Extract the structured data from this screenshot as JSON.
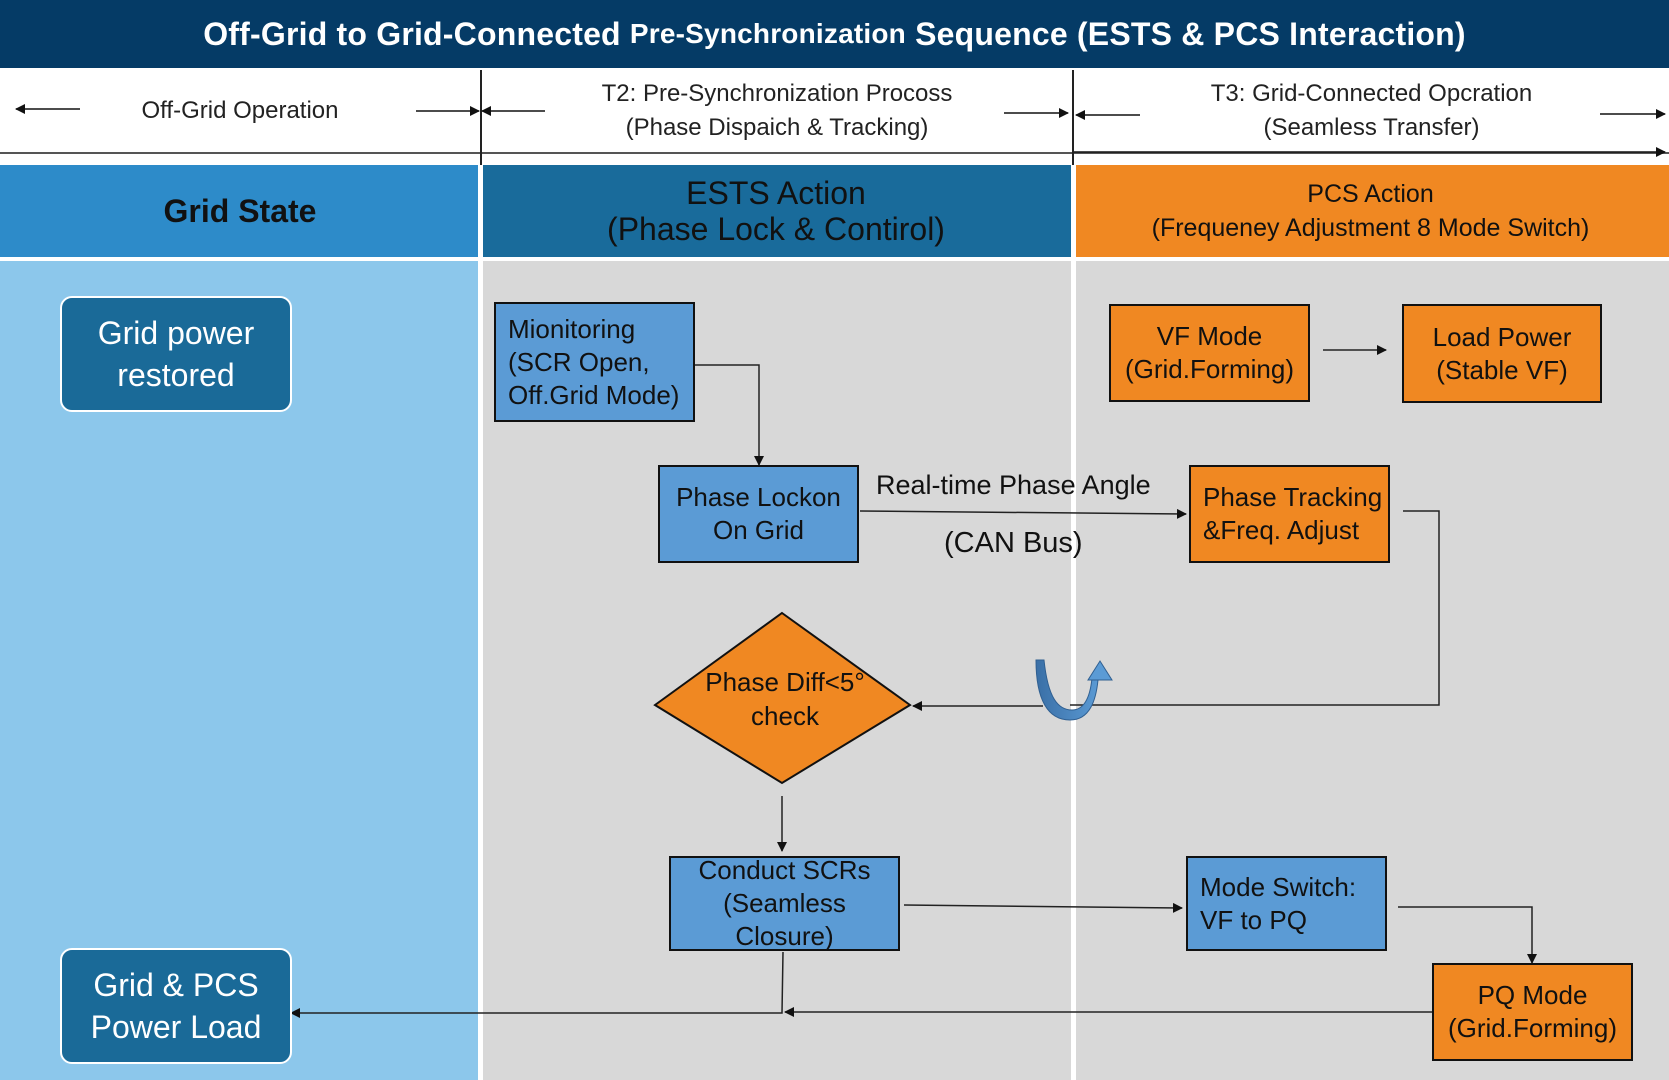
{
  "title": {
    "part1": "Off-Grid to Grid-Connected",
    "part2": "Pre-Synchronization",
    "part3": "Sequence (ESTS & PCS Interaction)"
  },
  "phases": [
    {
      "line1": "Off-Grid Operation",
      "line2": ""
    },
    {
      "line1": "T2: Pre-Synchronization Procoss",
      "line2": "(Phase Dispaich & Tracking)"
    },
    {
      "line1": "T3: Grid-Connected Opcration",
      "line2": "(Seamless Transfer)"
    }
  ],
  "lanes": [
    {
      "line1": "Grid State",
      "line2": "",
      "color": "#2d8bc9",
      "body_color": "#8cc7eb"
    },
    {
      "line1": "ESTS Action",
      "line2": "(Phase Lock & Contirol)",
      "color": "#196b9b",
      "body_color": "#d8d8d8"
    },
    {
      "line1": "PCS Action",
      "line2": "(Frequeney Adjustment 8 Mode Switch)",
      "color": "#f08822",
      "body_color": "#d8d8d8"
    }
  ],
  "grid_nodes": {
    "restored": {
      "line1": "Grid power",
      "line2": "restored"
    },
    "load": {
      "line1": "Grid & PCS",
      "line2": "Power Load"
    }
  },
  "ests_nodes": {
    "monitoring": {
      "line1": "Mionitoring",
      "line2": "(SCR Open,",
      "line3": "Off.Grid Mode)"
    },
    "phase_lock": {
      "line1": "Phase Lockon",
      "line2": "On Grid"
    },
    "phase_check": {
      "line1": "Phase Diff<5°",
      "line2": "check"
    },
    "conduct": {
      "line1": "Conduct SCRs",
      "line2": "(Seamless Closure)"
    }
  },
  "pcs_nodes": {
    "vf_mode": {
      "line1": "VF Mode",
      "line2": "(Grid.Forming)"
    },
    "load_power": {
      "line1": "Load Power",
      "line2": "(Stable VF)"
    },
    "tracking": {
      "line1": "Phase Tracking",
      "line2": "&Freq. Adjust"
    },
    "mode_switch": {
      "line1": "Mode Switch:",
      "line2": "VF to PQ"
    },
    "pq_mode": {
      "line1": "PQ Mode",
      "line2": "(Grid.Forming)"
    }
  },
  "edge_labels": {
    "phase_angle": "Real-time Phase Angle",
    "can_bus": "(CAN Bus)"
  },
  "icons": {
    "loop_arrow": "u-turn-arrow-icon"
  },
  "colors": {
    "title_bg": "#053b66",
    "ests_box": "#5b9bd5",
    "pcs_box": "#f08822",
    "grid_box": "#1a6a98"
  }
}
